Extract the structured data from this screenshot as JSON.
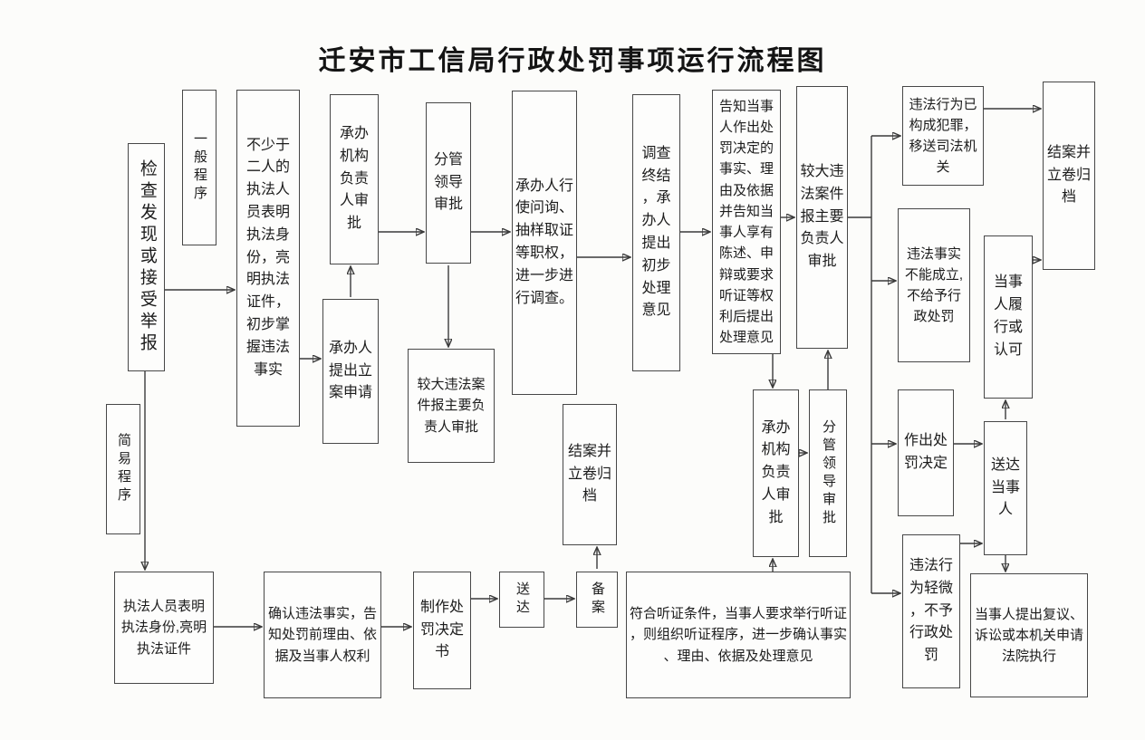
{
  "meta": {
    "ink_color": "#3a3a3a",
    "paper_color": "#fcfcfa"
  },
  "title": "迁安市工信局行政处罚事项运行流程图",
  "nodes": {
    "jiancha": "检查发现或接受举报",
    "yiban": "一般程序",
    "bushao": "不少于二人的执法人员表明执法身份，亮明执法证件，初步掌握违法事实",
    "lian": "承办人提出立案申请",
    "jigou1": "承办机构负责人审批",
    "fenguan1": "分管领导审批",
    "jiaoda1": "较大违法案件报主要负责人审批",
    "xingshi": "承办人行使问询、抽样取证等职权，进一步进行调查。",
    "diaocha": "调查终结，承办人提出初步处理意见",
    "gaozhi": "告知当事人作出处罚决定的事实、理由及依据并告知当事人享有陈述、申辩或要求听证等权利后提出处理意见",
    "jiaoda2": "较大违法案件报主要负责人审批",
    "fanzui": "违法行为已构成犯罪，移送司法机关",
    "jiean1": "结案并立卷归档",
    "buchengli": "违法事实不能成立,不给予行政处罚",
    "lvxing": "当事人履行或认可",
    "jigou2": "承办机构负责人审批",
    "fenguan2": "分管领导审批",
    "zuochu": "作出处罚决定",
    "songda2": "送达当事人",
    "qingwei": "违法行为轻微，不予行政处罚",
    "fuyi": "当事人提出复议、诉讼或本机关申请法院执行",
    "jianyi": "简易程序",
    "zhifa2": "执法人员表明执法身份,亮明执法证件",
    "queren": "确认违法事实，告知处罚前理由、依据及当事人权利",
    "zhizuo": "制作处罚决定书",
    "songda1": "送达",
    "beian": "备案",
    "jiean2": "结案并立卷归档",
    "tingzheng": "符合听证条件，当事人要求举行听证，则组织听证程序，进一步确认事实、理由、依据及处理意见"
  }
}
